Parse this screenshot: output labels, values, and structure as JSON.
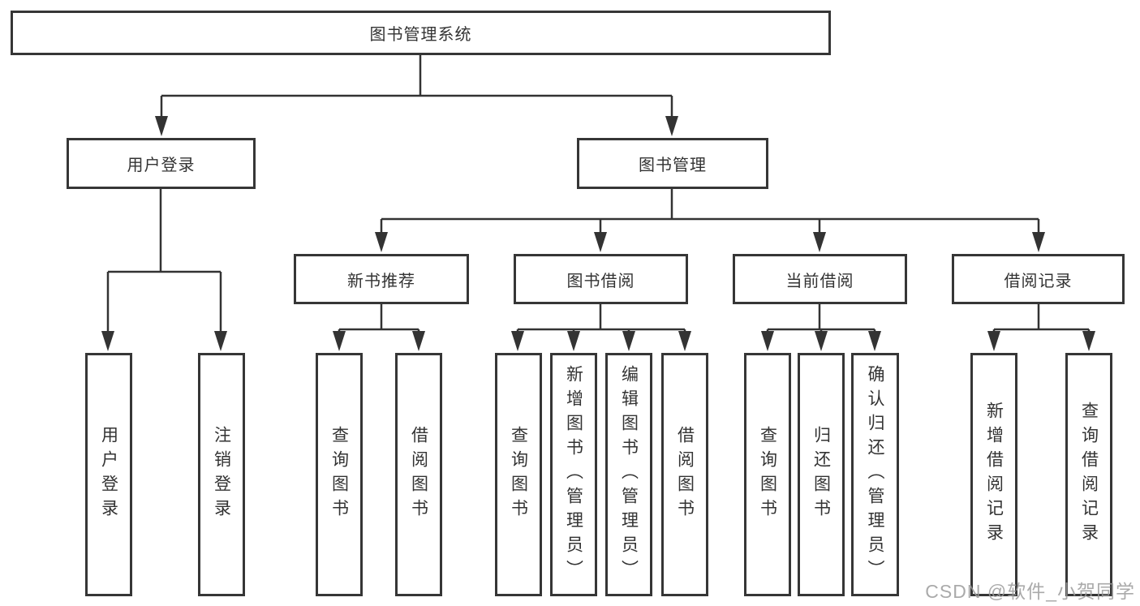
{
  "diagram": {
    "root": {
      "label": "图书管理系统"
    },
    "user_login": {
      "label": "用户登录",
      "children": [
        {
          "label": "用户登录"
        },
        {
          "label": "注销登录"
        }
      ]
    },
    "book_mgmt": {
      "label": "图书管理",
      "sections": [
        {
          "label": "新书推荐",
          "children": [
            {
              "label": "查询图书"
            },
            {
              "label": "借阅图书"
            }
          ]
        },
        {
          "label": "图书借阅",
          "children": [
            {
              "label": "查询图书"
            },
            {
              "label": "新增图书（管理员）"
            },
            {
              "label": "编辑图书（管理员）"
            },
            {
              "label": "借阅图书"
            }
          ]
        },
        {
          "label": "当前借阅",
          "children": [
            {
              "label": "查询图书"
            },
            {
              "label": "归还图书"
            },
            {
              "label": "确认归还（管理员）"
            }
          ]
        },
        {
          "label": "借阅记录",
          "children": [
            {
              "label": "新增借阅记录"
            },
            {
              "label": "查询借阅记录"
            }
          ]
        }
      ]
    },
    "watermark": "CSDN @软件_小贺同学",
    "colors": {
      "line": "#333333",
      "text": "#333333",
      "box_background": "#ffffff",
      "watermark": "#9b9b9b"
    }
  }
}
